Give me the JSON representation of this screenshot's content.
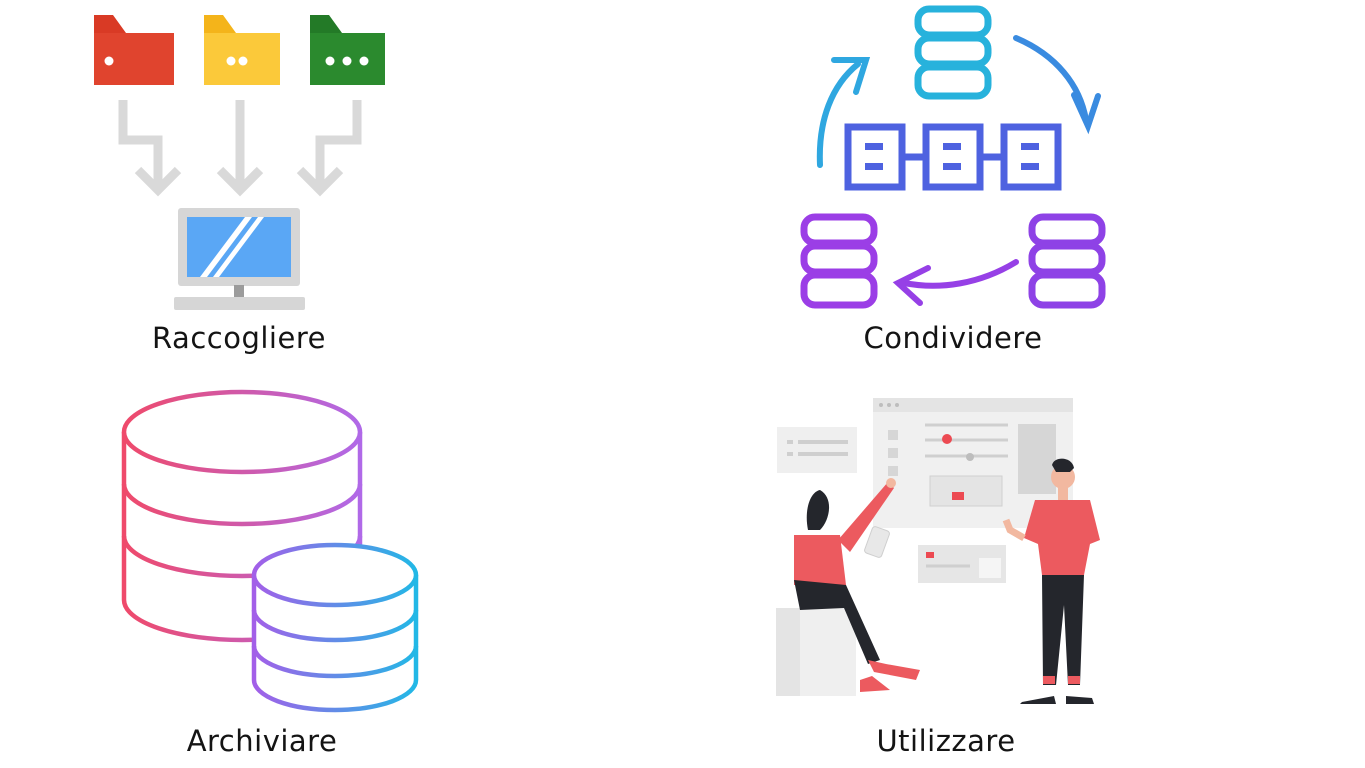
{
  "panels": {
    "collect": {
      "label": "Raccogliere",
      "folder_colors": [
        "#d93a25",
        "#f9c32a",
        "#2b8a2e"
      ],
      "icon": "folders-to-computer-icon"
    },
    "share": {
      "label": "Condividere",
      "gradient": [
        "#25b7d6",
        "#4f5fe0",
        "#9b3ee6"
      ],
      "icon": "database-sync-network-icon"
    },
    "store": {
      "label": "Archiviare",
      "gradient": [
        "#ef4a6b",
        "#9b5be6",
        "#22b8e6"
      ],
      "icon": "database-stack-icon"
    },
    "use": {
      "label": "Utilizzare",
      "accent": "#ec5a5f",
      "icon": "people-dashboard-illustration"
    }
  }
}
